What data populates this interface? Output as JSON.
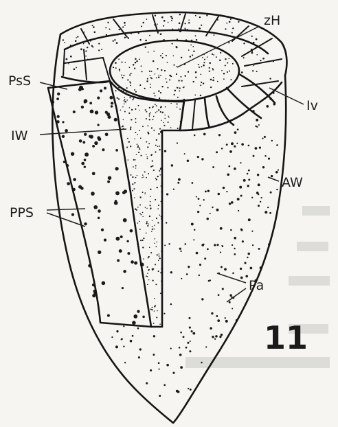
{
  "figure_number": "11",
  "labels": {
    "zH": "zH",
    "PsS": "PsS",
    "IW": "IW",
    "Iv": "Iv",
    "AW": "AW",
    "PPS": "PPS",
    "Pa": "Pa"
  },
  "colors": {
    "ink": "#151515",
    "paper": "#f6f5f1",
    "ghost_text": "#d7d7d4"
  }
}
